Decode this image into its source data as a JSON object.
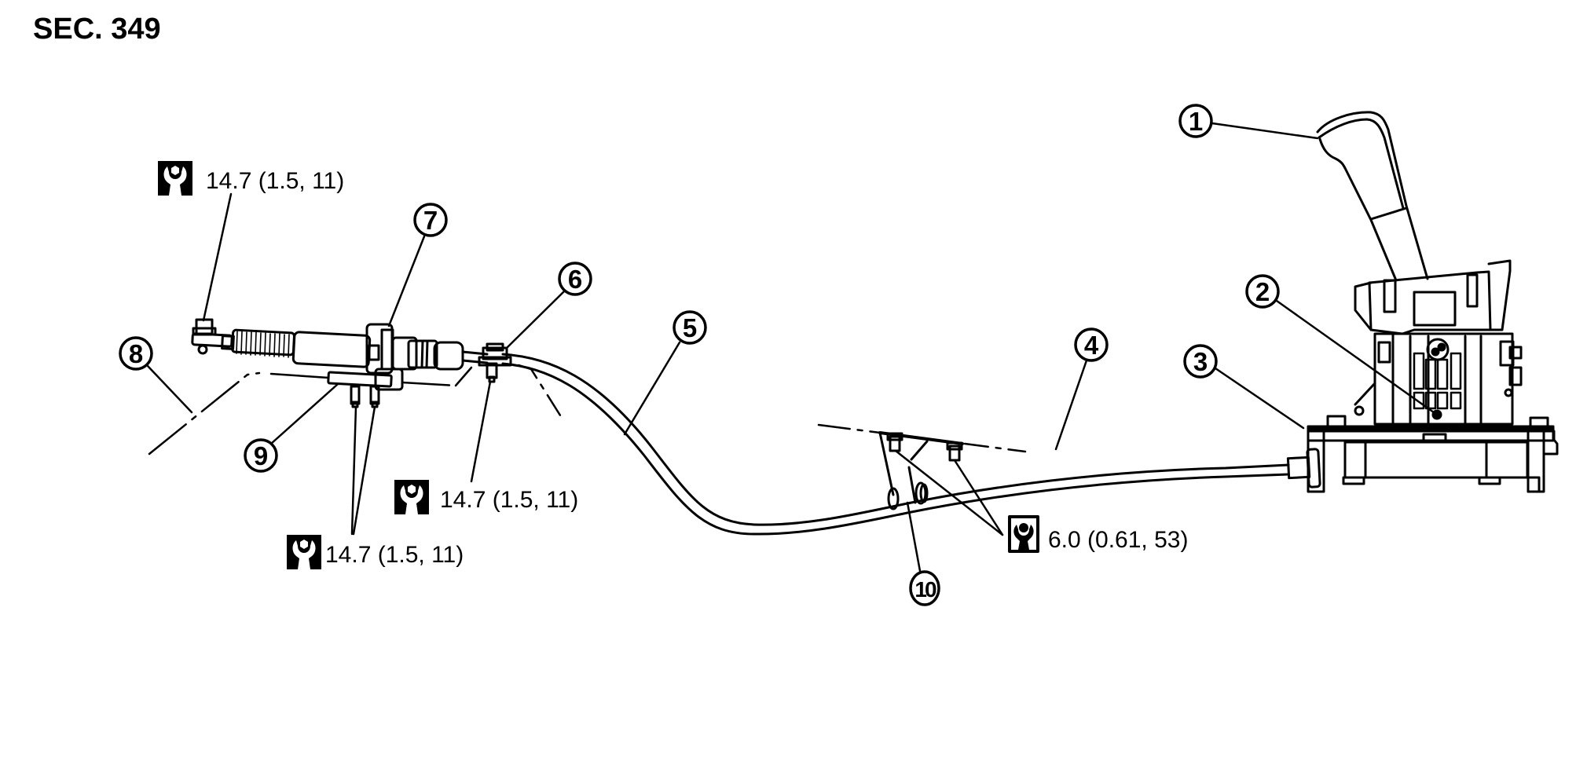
{
  "header": {
    "section": "SEC. 349"
  },
  "callouts": [
    {
      "number": "1"
    },
    {
      "number": "2"
    },
    {
      "number": "3"
    },
    {
      "number": "4"
    },
    {
      "number": "5"
    },
    {
      "number": "6"
    },
    {
      "number": "7"
    },
    {
      "number": "8"
    },
    {
      "number": "9"
    },
    {
      "number": "10"
    }
  ],
  "torque_specs": [
    {
      "icon": "tightening-torque-icon",
      "value": "14.7 (1.5, 11)"
    },
    {
      "icon": "tightening-torque-icon",
      "value": "14.7 (1.5, 11)"
    },
    {
      "icon": "tightening-torque-icon",
      "value": "14.7 (1.5, 11)"
    },
    {
      "icon": "tightening-torque-icon-inverted",
      "value": "6.0 (0.61, 53)"
    }
  ],
  "colors": {
    "ink": "#000000",
    "paper": "#ffffff"
  }
}
